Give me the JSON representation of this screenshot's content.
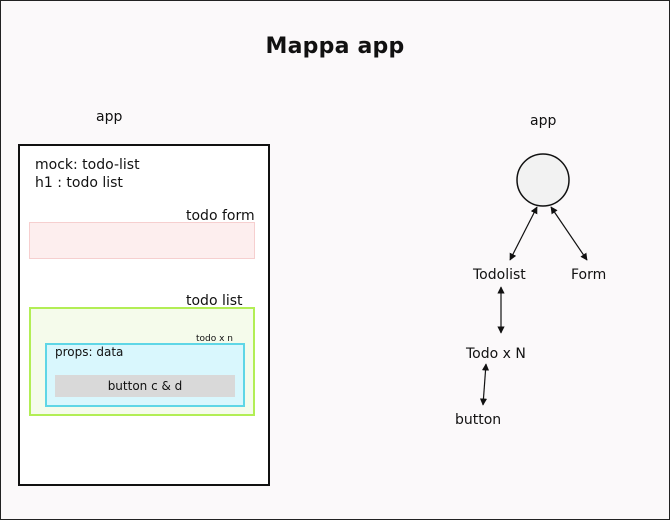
{
  "title": "Mappa app",
  "left": {
    "app_label": "app",
    "mock_line": "mock: todo-list",
    "h1_line": "h1 : todo list",
    "form_label": "todo form",
    "list_label": "todo list",
    "todo_repeat_label": "todo x n",
    "props_label": "props: data",
    "button_label": "button c & d"
  },
  "right": {
    "app_label": "app",
    "todolist_label": "Todolist",
    "form_label": "Form",
    "todo_label": "Todo x N",
    "button_label": "button"
  },
  "colors": {
    "form_fill": "#fdeeee",
    "list_border": "#b2ee55",
    "todo_border": "#5fd6e6",
    "button_fill": "#d9d9d9"
  }
}
